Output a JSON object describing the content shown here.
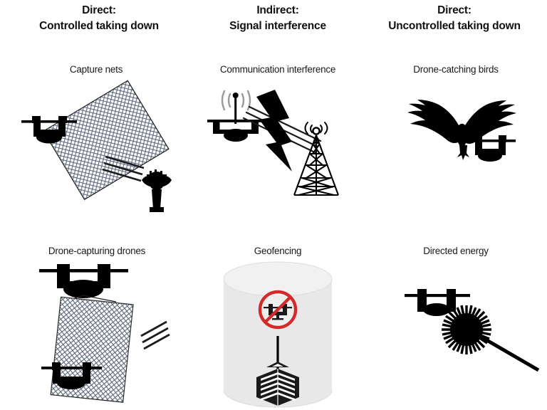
{
  "figure": {
    "title_visible": false,
    "background_color": "#ffffff"
  },
  "columns": [
    {
      "id": "controlled",
      "line1": "Direct:",
      "line2": "Controlled taking down"
    },
    {
      "id": "signal",
      "line1": "Indirect:",
      "line2": "Signal interference"
    },
    {
      "id": "uncontrolled",
      "line1": "Direct:",
      "line2": "Uncontrolled taking down"
    }
  ],
  "cells": [
    {
      "id": "capture-nets",
      "caption": "Capture nets",
      "row": 1,
      "column": 1,
      "icons": [
        "drone-icon",
        "capture-net-icon",
        "net-launcher-tower-icon",
        "projectile-lines-icon"
      ]
    },
    {
      "id": "communication-interference",
      "caption": "Communication interference",
      "row": 1,
      "column": 2,
      "icons": [
        "drone-with-antenna-icon",
        "radio-wave-icon",
        "lightning-bolt-icon",
        "signal-lines-icon",
        "radio-tower-icon"
      ]
    },
    {
      "id": "drone-catching-birds",
      "caption": "Drone-catching birds",
      "row": 1,
      "column": 3,
      "icons": [
        "eagle-icon",
        "drone-icon"
      ]
    },
    {
      "id": "drone-capturing-drones",
      "caption": "Drone-capturing drones",
      "row": 2,
      "column": 1,
      "icons": [
        "interceptor-drone-icon",
        "hanging-net-icon",
        "captured-drone-icon",
        "motion-lines-icon"
      ]
    },
    {
      "id": "geofencing",
      "caption": "Geofencing",
      "row": 2,
      "column": 2,
      "icons": [
        "geofence-cylinder-icon",
        "no-drone-prohibition-icon",
        "skyscraper-icon"
      ]
    },
    {
      "id": "directed-energy",
      "caption": "Directed energy",
      "row": 2,
      "column": 3,
      "icons": [
        "drone-icon",
        "laser-beam-icon",
        "energy-burst-icon"
      ]
    }
  ],
  "colors": {
    "ink": "#000000",
    "caption_text": "#1a1a1a",
    "header_text": "#111111",
    "net_mesh": "#5a6478",
    "net_fill": "#ffffff",
    "radio_wave_gray": "#9a9a9a",
    "geofence_body": "#e8e8e8",
    "geofence_top": "#f1f1f1",
    "geofence_edge": "#d8d8d8",
    "prohibition_red": "#d42a2a"
  }
}
